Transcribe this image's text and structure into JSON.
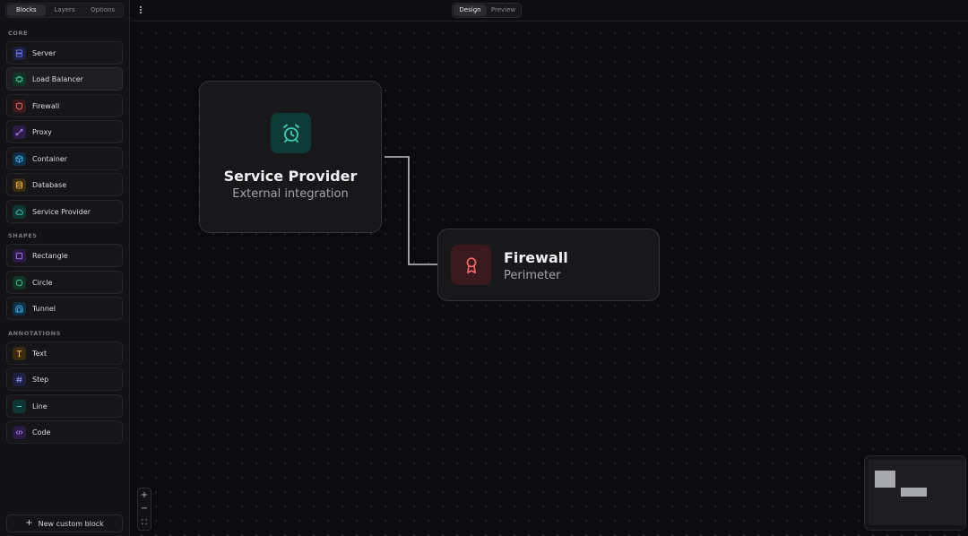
{
  "sidebar": {
    "tabs": [
      "Blocks",
      "Layers",
      "Options"
    ],
    "active_tab": "Blocks",
    "sections": [
      {
        "label": "CORE",
        "items": [
          {
            "label": "Server",
            "icon": "server-icon",
            "color": "#6f7cf7",
            "bg": "#1d2040"
          },
          {
            "label": "Load Balancer",
            "icon": "load-balancer-icon",
            "color": "#3fcf9a",
            "bg": "#123528"
          },
          {
            "label": "Firewall",
            "icon": "shield-icon",
            "color": "#f06a6a",
            "bg": "#3a1a1c"
          },
          {
            "label": "Proxy",
            "icon": "proxy-icon",
            "color": "#a77bf3",
            "bg": "#2a1c44"
          },
          {
            "label": "Container",
            "icon": "cube-icon",
            "color": "#40b7f0",
            "bg": "#10304a"
          },
          {
            "label": "Database",
            "icon": "database-icon",
            "color": "#f0b23a",
            "bg": "#3a2c10"
          },
          {
            "label": "Service Provider",
            "icon": "cloud-icon",
            "color": "#3fcfb4",
            "bg": "#0f3632"
          }
        ]
      },
      {
        "label": "SHAPES",
        "items": [
          {
            "label": "Rectangle",
            "icon": "rectangle-icon",
            "color": "#a77bf3",
            "bg": "#2a1c44"
          },
          {
            "label": "Circle",
            "icon": "circle-icon",
            "color": "#3fcf9a",
            "bg": "#123528"
          },
          {
            "label": "Tunnel",
            "icon": "tunnel-icon",
            "color": "#40b7f0",
            "bg": "#10304a"
          }
        ]
      },
      {
        "label": "ANNOTATIONS",
        "items": [
          {
            "label": "Text",
            "icon": "text-icon",
            "color": "#f0b23a",
            "bg": "#3a2c10"
          },
          {
            "label": "Step",
            "icon": "hash-icon",
            "color": "#8d8ff5",
            "bg": "#1d2040"
          },
          {
            "label": "Line",
            "icon": "line-icon",
            "color": "#3fcfb4",
            "bg": "#0f3632"
          },
          {
            "label": "Code",
            "icon": "code-icon",
            "color": "#a77bf3",
            "bg": "#2a1c44"
          }
        ]
      }
    ],
    "new_block_label": "New custom block"
  },
  "topbar": {
    "modes": [
      "Design",
      "Preview"
    ],
    "active_mode": "Design"
  },
  "canvas": {
    "nodes": [
      {
        "title": "Service Provider",
        "subtitle": "External integration",
        "icon": "alarm-clock-icon",
        "accent": "#3fcfb4"
      },
      {
        "title": "Firewall",
        "subtitle": "Perimeter",
        "icon": "award-icon",
        "accent": "#f06a6a"
      }
    ],
    "zoom_controls": [
      "+",
      "−",
      "⛶"
    ]
  }
}
